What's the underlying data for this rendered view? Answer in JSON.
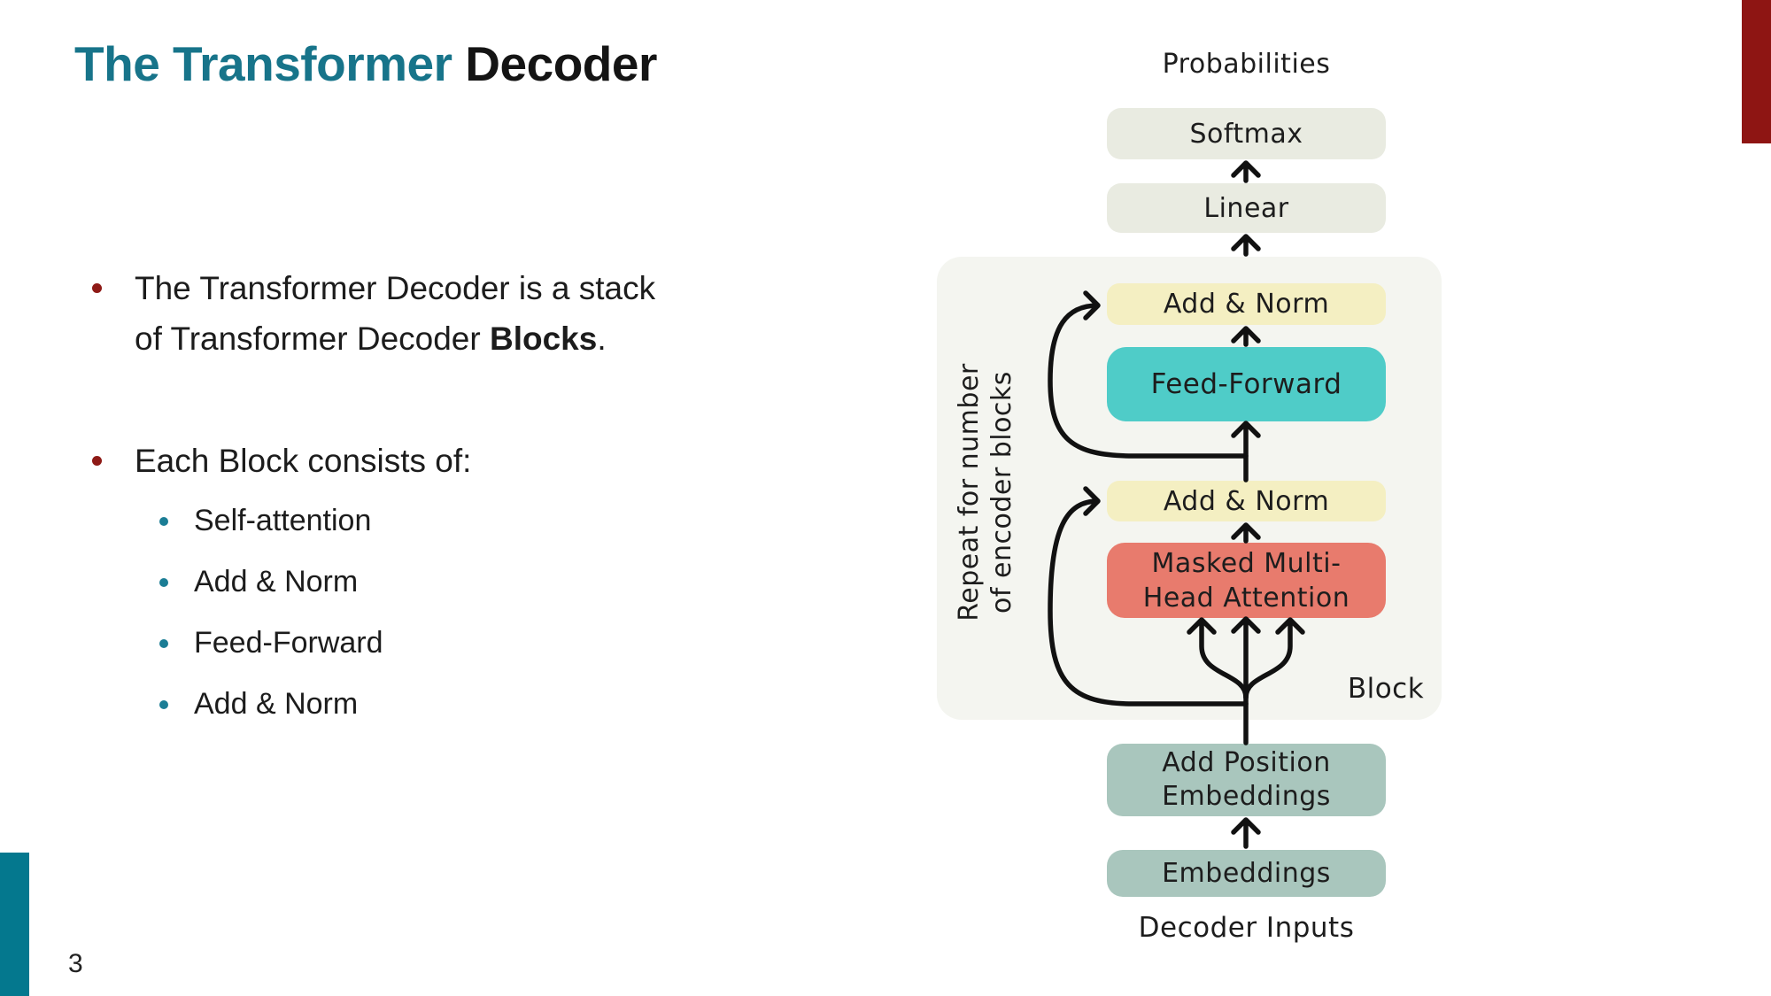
{
  "slide": {
    "page_number": "3",
    "title": {
      "highlight": "The Transformer",
      "rest": " Decoder"
    },
    "bullets": {
      "b1_line1": "The Transformer Decoder is a stack",
      "b1_line2_prefix": "of Transformer Decoder ",
      "b1_line2_bold": "Blocks",
      "b1_line2_suffix": ".",
      "b2": "Each Block consists of:",
      "sub": [
        "Self-attention",
        "Add & Norm",
        "Feed-Forward",
        "Add & Norm"
      ]
    }
  },
  "diagram": {
    "probabilities_label": "Probabilities",
    "softmax": "Softmax",
    "linear": "Linear",
    "add_norm_top": "Add & Norm",
    "feed_forward": "Feed-Forward",
    "add_norm_bottom": "Add & Norm",
    "masked_attention_line1": "Masked Multi-",
    "masked_attention_line2": "Head Attention",
    "repeat_note_line1": "Repeat for number",
    "repeat_note_line2": "of encoder blocks",
    "block_label": "Block",
    "add_position_line1": "Add Position",
    "add_position_line2": "Embeddings",
    "embeddings": "Embeddings",
    "decoder_inputs_label": "Decoder Inputs"
  },
  "colors": {
    "title_accent": "#17748a",
    "title_rest": "#141414",
    "bullet_level1_dot": "#8e1a16",
    "bullet_level2_dot": "#1b7d95",
    "accent_bar_top_right": "#8e1513",
    "accent_bar_bottom_left": "#04788e",
    "box_softmax_linear": "#e9ebe1",
    "box_add_norm": "#f4efc2",
    "box_feed_forward": "#4fccc8",
    "box_masked_attention": "#e87b6d",
    "box_embeddings": "#a9c6bd",
    "block_background": "#f4f5f0",
    "connector_stroke": "#111111"
  }
}
